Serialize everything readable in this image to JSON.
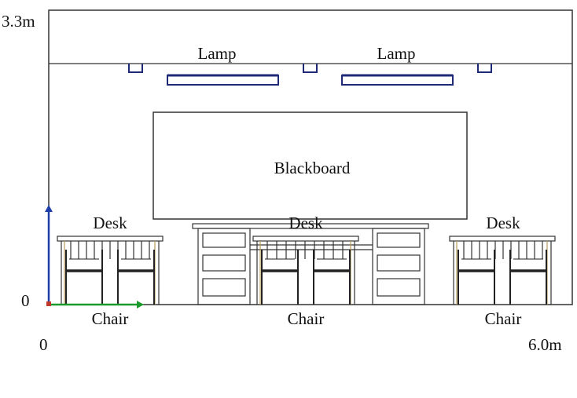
{
  "axis": {
    "height_top": "3.3m",
    "origin_y": "0",
    "origin_x": "0",
    "width_right": "6.0m"
  },
  "labels": {
    "lamp": "Lamp",
    "blackboard": "Blackboard",
    "desk": "Desk",
    "chair": "Chair"
  },
  "colors": {
    "room_line": "#333333",
    "lamp": "#1e2a78",
    "furniture": "#333333",
    "furniture_accent": "#b89a5a",
    "axis_y": "#1f3fa8",
    "axis_x": "#1a9a2a",
    "origin": "#c0392b"
  }
}
